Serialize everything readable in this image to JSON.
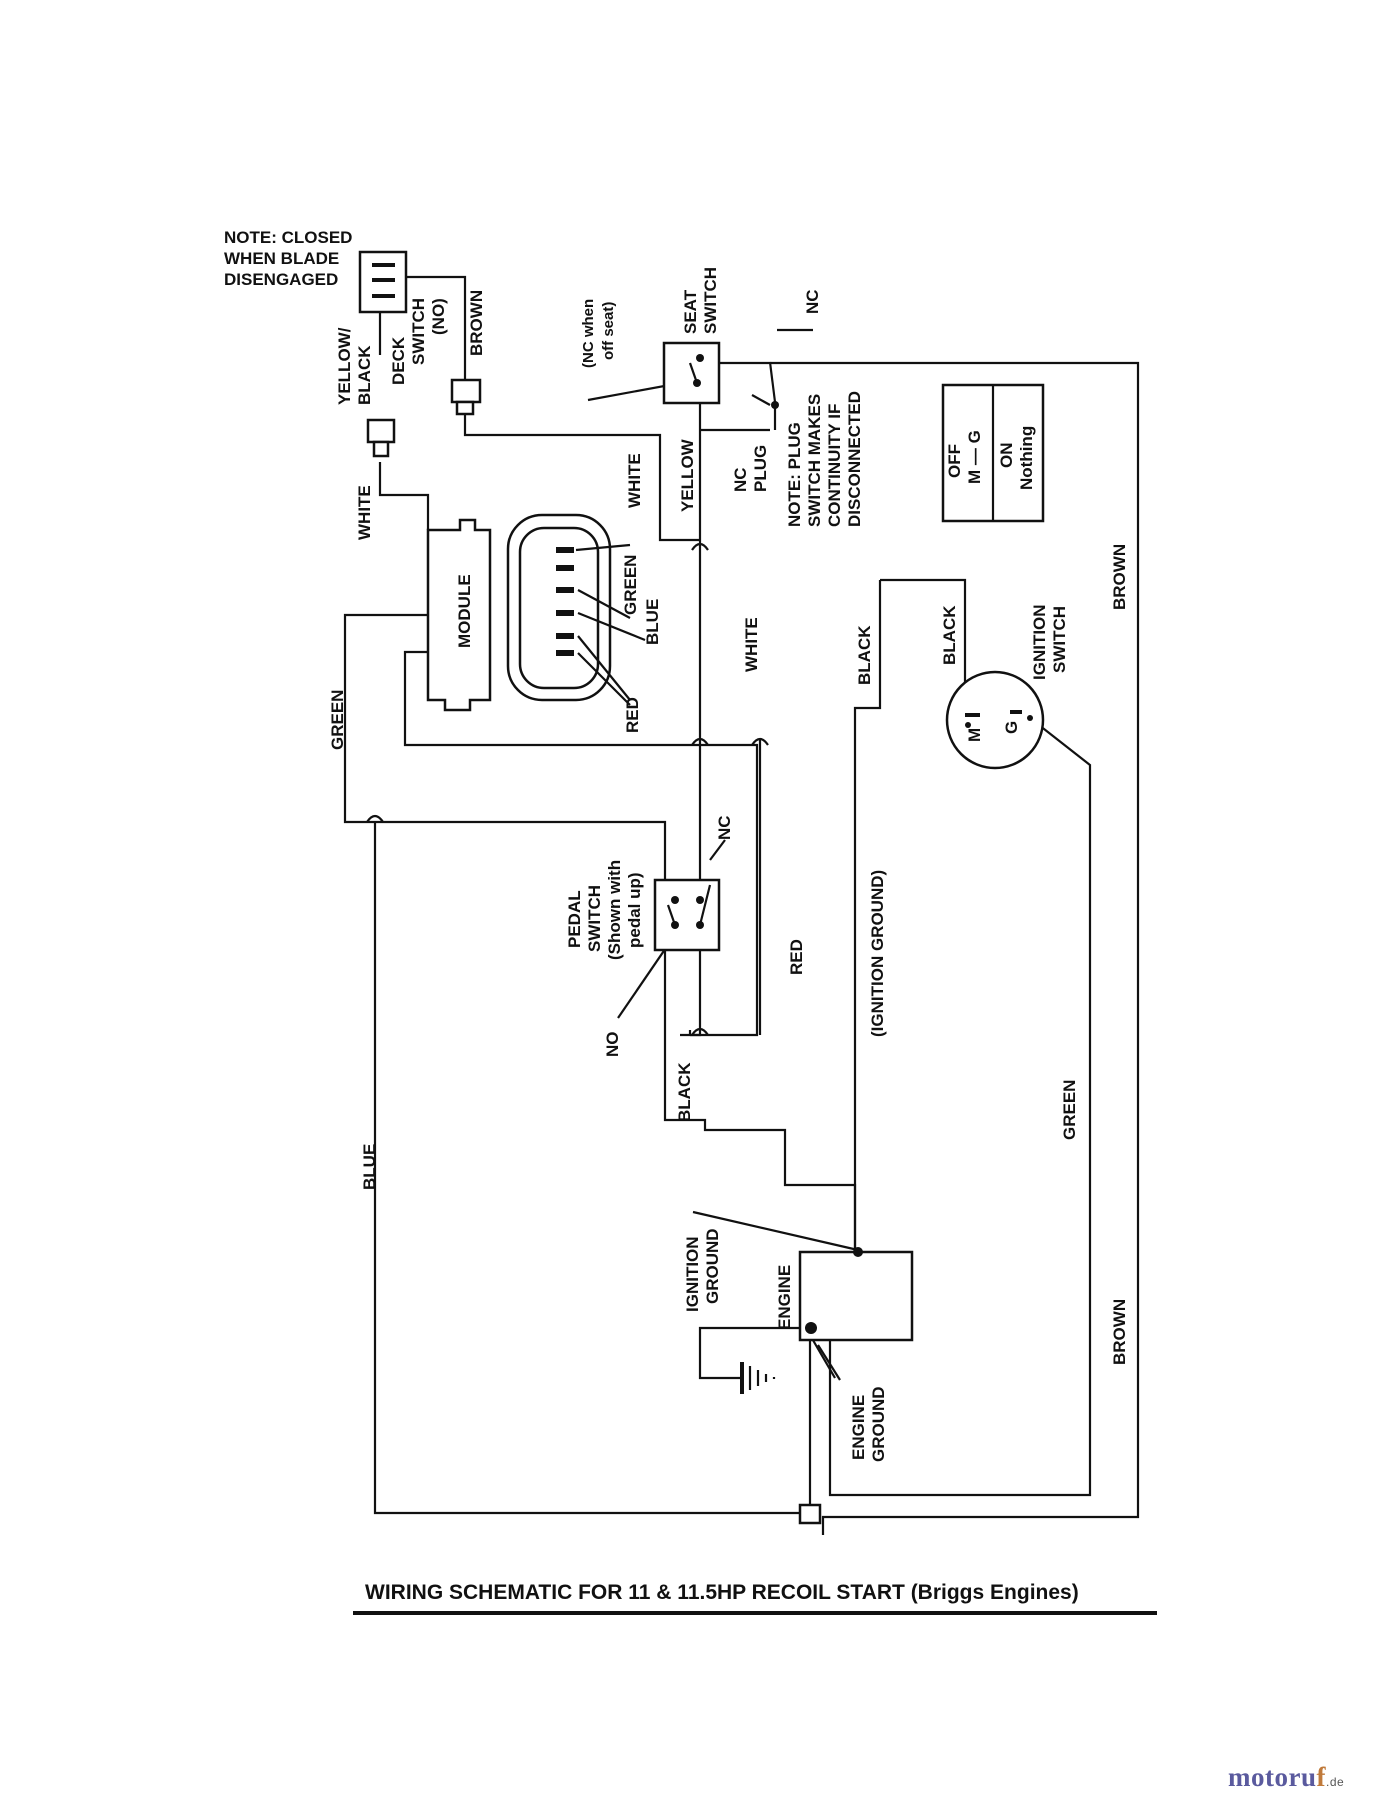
{
  "caption": "WIRING SCHEMATIC FOR 11 & 11.5HP RECOIL START (Briggs Engines)",
  "watermark": {
    "brand": "motoru",
    "brand_mark": "f",
    "suffix": ".de"
  },
  "notes": {
    "closed_line1": "NOTE: CLOSED",
    "closed_line2": "WHEN BLADE",
    "closed_line3": "DISENGAGED",
    "plug_line1": "NOTE: PLUG",
    "plug_line2": "SWITCH MAKES",
    "plug_line3": "CONTINUITY IF",
    "plug_line4": "DISCONNECTED"
  },
  "components": {
    "deck_switch_1": "DECK",
    "deck_switch_2": "SWITCH",
    "deck_switch_3": "(NO)",
    "module": "MODULE",
    "seat_switch_1": "SEAT",
    "seat_switch_2": "SWITCH",
    "seat_nc_1": "(NC when",
    "seat_nc_2": "off seat)",
    "nc": "NC",
    "no": "NO",
    "nc_plug_1": "NC",
    "nc_plug_2": "PLUG",
    "pedal_1": "PEDAL",
    "pedal_2": "SWITCH",
    "pedal_3": "(Shown with",
    "pedal_4": "pedal up)",
    "ignition_switch_1": "IGNITION",
    "ignition_switch_2": "SWITCH",
    "terminal_m": "M",
    "terminal_g": "G",
    "engine": "ENGINE",
    "ignition_ground_1": "IGNITION",
    "ignition_ground_2": "GROUND",
    "engine_ground_1": "ENGINE",
    "engine_ground_2": "GROUND"
  },
  "switch_table": {
    "off": "OFF",
    "off_terms": "M — G",
    "on": "ON",
    "on_terms": "Nothing"
  },
  "wires": {
    "yellow_black_1": "YELLOW/",
    "yellow_black_2": "BLACK",
    "brown": "BROWN",
    "white": "WHITE",
    "green": "GREEN",
    "blue": "BLUE",
    "red": "RED",
    "yellow": "YELLOW",
    "black": "BLACK",
    "ignition_ground": "(IGNITION GROUND)"
  }
}
